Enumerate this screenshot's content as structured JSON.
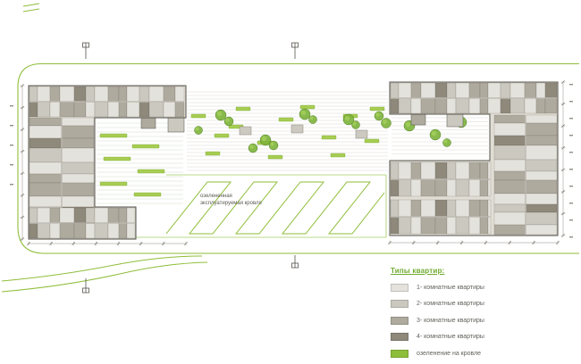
{
  "plan": {
    "roof_label_line1": "озелененная",
    "roof_label_line2": "эксплуатируемая кровля",
    "colors": {
      "green": "#8fbe3a",
      "green_light": "#a8cd52",
      "tree_fill": "#7cb23a",
      "tree_inner": "#a6d05c",
      "tree_stroke": "#527f22",
      "grey1": "#e4e2dc",
      "grey2": "#cbc8bf",
      "grey3": "#aeaa9e",
      "grey4": "#8e897b",
      "building_base": "#e0ddd5",
      "building_outline": "#55524a",
      "dim_line": "#8f8c83",
      "band_line": "#e6e5e1"
    }
  },
  "legend": {
    "title": "Типы квартир:",
    "items": [
      {
        "label": "1- комнатные квартиры",
        "color": "#e4e2dc"
      },
      {
        "label": "2- комнатные квартиры",
        "color": "#cbc8bf"
      },
      {
        "label": "3- комнатные квартиры",
        "color": "#aeaa9e"
      },
      {
        "label": "4- комнатные квартиры",
        "color": "#8e897b"
      },
      {
        "label": "озеленение  на  кровле",
        "color": "#8fbe3a"
      }
    ]
  }
}
